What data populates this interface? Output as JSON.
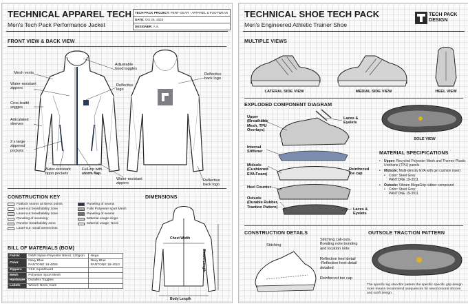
{
  "left": {
    "title": "TECHNICAL APPAREL TECH PACK",
    "subtitle": "Men's Tech Pack Performance Jacket",
    "info": {
      "project_label": "TECH PACK PROJECT:",
      "project_value": "PERF-GEAR - APPAREL & FOOTWEAR",
      "date_label": "DATE:",
      "date_value": "Oct 26, 2023",
      "designer_label": "DESIGNER:",
      "designer_value": "A.S."
    },
    "views_title": "FRONT VIEW & BACK VIEW",
    "callouts": {
      "mesh_vents": "Mesh vents",
      "zippers": "Water-resistant\nzippers",
      "cross_leattit": "Cros-leattit\nsogges",
      "articulated": "Articulated\nsleeves",
      "pockets": "2 x large\nzippered\npockets",
      "hood_toggles": "Adjustable\nhood toggles",
      "reflective_logo": "Reflective\nlogo",
      "water_zippo": "Water-resistant\nzippo pockets",
      "full_zip": "Full-zip with\nstorm flap",
      "water_zippers_bottom": "Water-resistant\nzippers",
      "reflective_back_logo": "Reflective\nback logo",
      "reflective_back_logo2": "Reflective\nback logo"
    },
    "full_zip_plain": "Full-zip with",
    "full_zip_bold": "storm flap",
    "construction_title": "CONSTRUCTION KEY",
    "construction_left": [
      {
        "label": "Flatlock seams at stress points",
        "color": "#f2f2f2"
      },
      {
        "label": "Laser-cut breathability zone",
        "color": "#ffffff"
      },
      {
        "label": "Laser-cut breathability zone",
        "color": "#d9d9d9"
      },
      {
        "label": "Paneling of seansing",
        "color": "#ebebeb"
      },
      {
        "label": "Paneter breathability zone",
        "color": "#e0e0e0"
      },
      {
        "label": "Laser-cut: small stresnoints",
        "color": "#f5f5f5"
      }
    ],
    "construction_right": [
      {
        "label": "Paneling of seams",
        "color": "#27324a"
      },
      {
        "label": "Fulls Polyester sport Mesh",
        "color": "#a8a8a8"
      },
      {
        "label": "Paneling of seams",
        "color": "#707070"
      },
      {
        "label": "Material usage slogo",
        "color": "#cfcfcf"
      },
      {
        "label": "Material usage: Neck",
        "color": "#e8e8e8"
      }
    ],
    "dimensions_title": "DIMENSIONS",
    "dim_chest": "Chest Width",
    "dim_sleeve": "Sleeve Length",
    "dim_body": "Body Length",
    "bom_title": "BILL OF MATERIALS (BOM)",
    "bom": [
      {
        "k": "Fabric",
        "v1": "DWR Nylon-Polyester Blend, 120gsm",
        "v2": "Nega"
      },
      {
        "k": "Color",
        "v1": "Navy Blue\nPANTONE 18-4065",
        "v2": "Navy Blue\nPANTONE 18-4010"
      },
      {
        "k": "Zippers",
        "v1": "YKK AquaGuard",
        "v2": ""
      },
      {
        "k": "Mesh",
        "v1": "Polyester Sport Mesh",
        "v2": ""
      },
      {
        "k": "Hardware",
        "v1": "Duraflex Toggles",
        "v2": ""
      },
      {
        "k": "Labels",
        "v1": "Woven Neck, Care",
        "v2": ""
      }
    ]
  },
  "right": {
    "title": "TECHNICAL SHOE TECH PACK",
    "subtitle": "Men's Engineered Athletic Trainer Shoe",
    "logo_line1": "TECH PACK",
    "logo_line2": "DESIGN",
    "multiple_views_title": "MULTIPLE VIEWS",
    "view_lateral": "LATERAL SIDE VIEW",
    "view_medial": "MEDIAL SIDE VIEW",
    "view_heel": "HEEL VIEW",
    "exploded_title": "EXPLODED COMPONENT DIAGRAM",
    "exploded": {
      "upper": "Upper\n(Breathable\nMesh, TPU\nOverlays)",
      "stiffener": "Internal\nStiffener",
      "midsole": "Midsole\n(Cushioned\nEVA Foam)",
      "heel_counter": "Heel Counter",
      "outsole": "Outsole\n(Durable Rubber,\nTraction Pattern)",
      "laces_top": "Laces &\nEyelets",
      "toe_cap": "Reinforced\ntoe cap",
      "laces_bottom": "Laces &\nEyelets"
    },
    "sole_view": "SOLE VIEW",
    "material_title": "MATERIAL SPECIFICATIONS",
    "materials": [
      {
        "name": "Upper:",
        "text": "Recycled Polyester Mesh and Thermo-Plastic Urethane (TPU) panels"
      },
      {
        "name": "Midsole:",
        "text": "Multi-density EVA with gel cushion insert",
        "subs": [
          "Color: Steel Grey",
          "PANTONE 19-3911"
        ]
      },
      {
        "name": "Outsole:",
        "text": "Vibram MegaGrip rubber compound",
        "subs": [
          "Color: Steel Grey",
          "PANTONE 19-3911"
        ]
      }
    ],
    "construction_title": "CONSTRUCTION DETAILS",
    "construction": {
      "stitching": "Stitching",
      "callouts": "Stitching call-outs.\nBonding note bonding\nand location note",
      "reflective": "Reflective heel detail\n-Reflective heel detail\ndetailed",
      "toe_cap": "Reinforced toe cap"
    },
    "traction_title": "OUTSOLE TRACTION PATTERN",
    "traction_text": "The specific lug stacctlor pattern the specific specific grip design more means recommend asequences for sevoncecorot shoces and sooft design."
  }
}
